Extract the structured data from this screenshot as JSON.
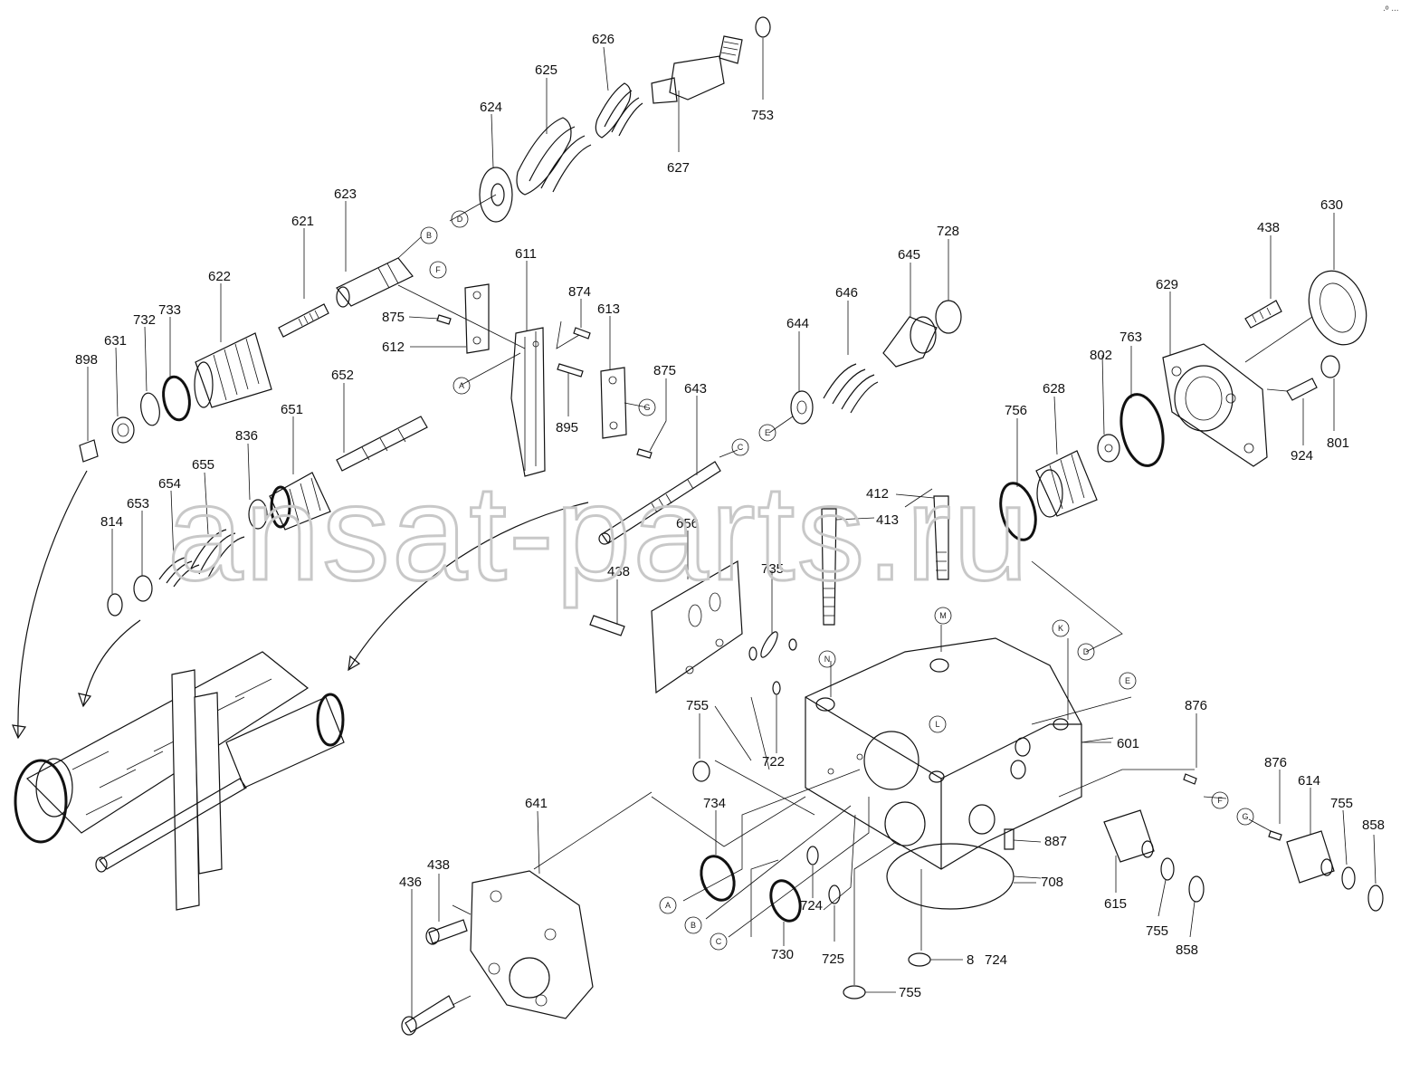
{
  "watermark": "ansat-parts.ru",
  "corner_mark": "∙º ∙∙∙",
  "part_numbers": {
    "p626": "626",
    "p625": "625",
    "p624": "624",
    "p753": "753",
    "p627": "627",
    "p623": "623",
    "p621": "621",
    "p622": "622",
    "p733": "733",
    "p732": "732",
    "p631": "631",
    "p898": "898",
    "p611": "611",
    "p874": "874",
    "p613": "613",
    "p875a": "875",
    "p612": "612",
    "p875b": "875",
    "p895": "895",
    "p643": "643",
    "p652": "652",
    "p651": "651",
    "p836": "836",
    "p655": "655",
    "p654": "654",
    "p653": "653",
    "p814": "814",
    "p728": "728",
    "p645": "645",
    "p646": "646",
    "p644": "644",
    "p630": "630",
    "p438a": "438",
    "p629": "629",
    "p763": "763",
    "p802": "802",
    "p628": "628",
    "p756": "756",
    "p924": "924",
    "p801": "801",
    "p412": "412",
    "p413": "413",
    "p656": "656",
    "p735": "735",
    "p438b": "438",
    "p755a": "755",
    "p722": "722",
    "p601": "601",
    "p876a": "876",
    "p876b": "876",
    "p614": "614",
    "p755b": "755",
    "p858a": "858",
    "p734": "734",
    "p641": "641",
    "p887": "887",
    "p708": "708",
    "p438c": "438",
    "p436": "436",
    "p724a": "724",
    "p730": "730",
    "p725": "725",
    "p615": "615",
    "p755c": "755",
    "p858b": "858",
    "p8": "8",
    "p724b": "724",
    "p755d": "755"
  },
  "reference_letters": {
    "rB1": "B",
    "rD1": "D",
    "rF1": "F",
    "rA1": "A",
    "rG1": "G",
    "rE1": "E",
    "rC1": "C",
    "rN": "N",
    "rM": "M",
    "rK": "K",
    "rD2": "D",
    "rE2": "E",
    "rL": "L",
    "rF2": "F",
    "rG2": "G",
    "rA2": "A",
    "rB2": "B",
    "rC2": "C"
  }
}
